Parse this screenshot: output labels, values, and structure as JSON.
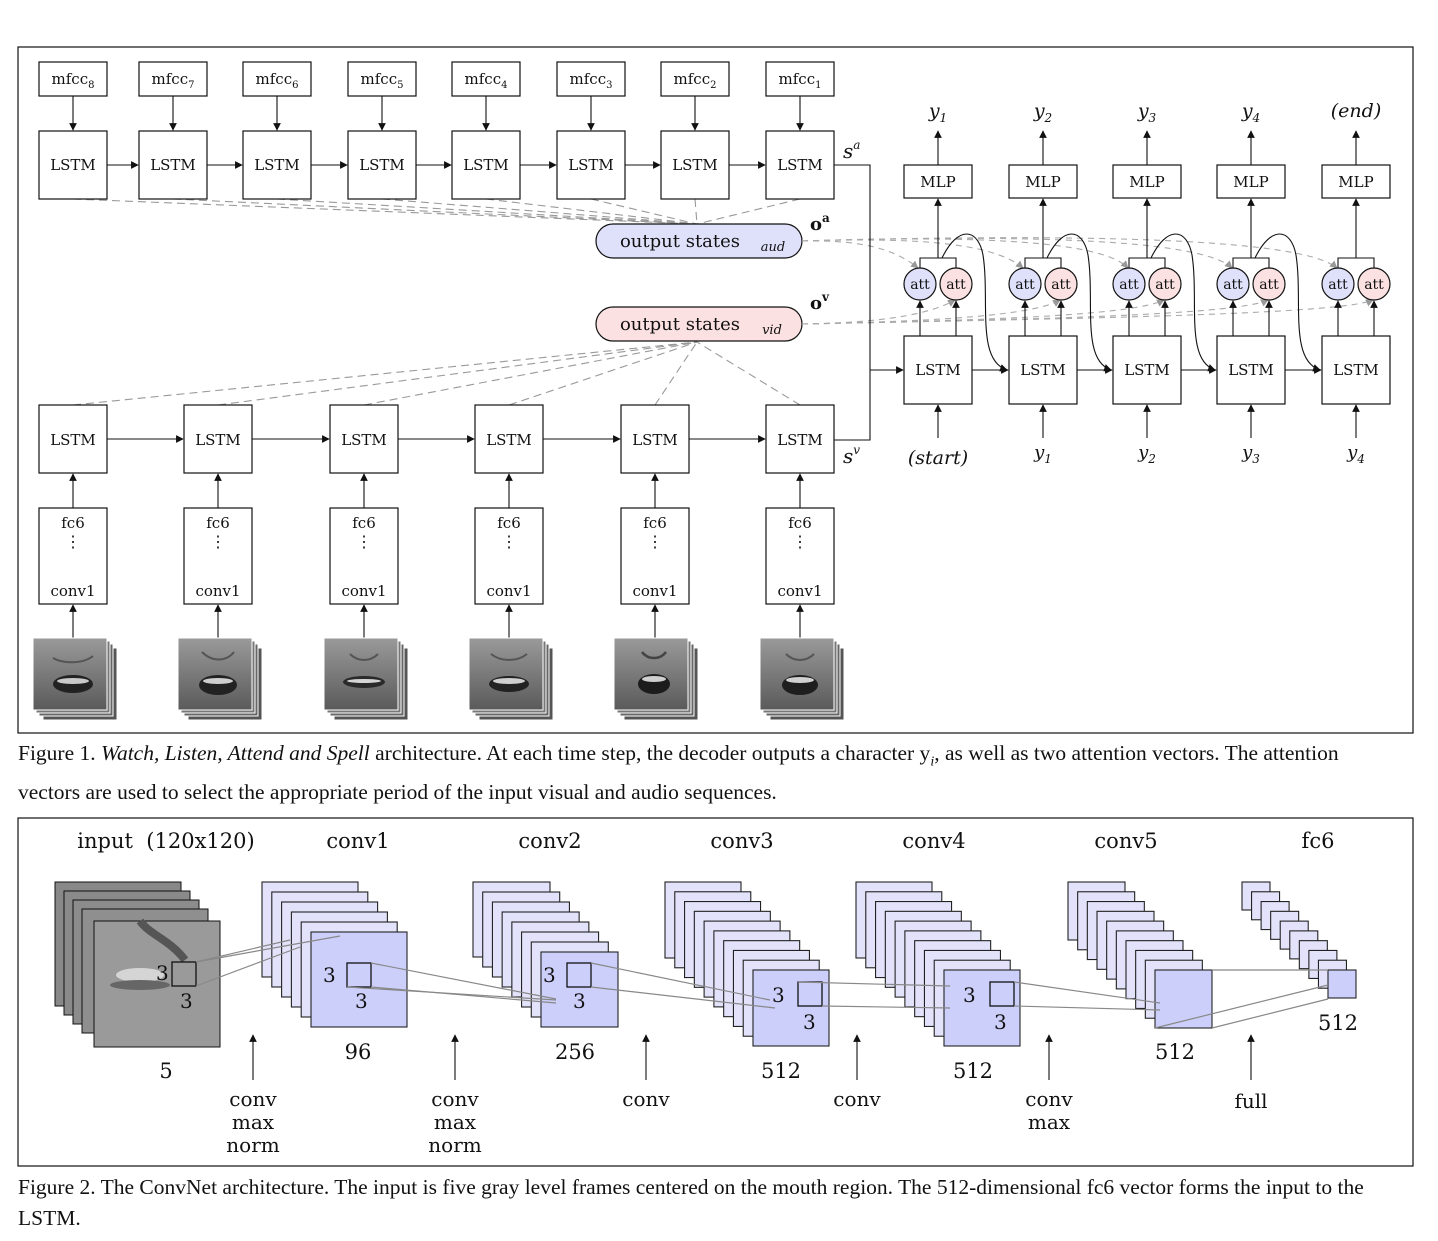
{
  "figure1": {
    "mfcc_labels": [
      "mfcc8",
      "mfcc7",
      "mfcc6",
      "mfcc5",
      "mfcc4",
      "mfcc3",
      "mfcc2",
      "mfcc1"
    ],
    "mfcc_base": "mfcc",
    "mfcc_subs": [
      "8",
      "7",
      "6",
      "5",
      "4",
      "3",
      "2",
      "1"
    ],
    "lstm_label": "LSTM",
    "sa_label": "s",
    "sa_sup": "a",
    "sv_label": "s",
    "sv_sup": "v",
    "oa_label": "o",
    "oa_sup": "a",
    "ov_label": "o",
    "ov_sup": "v",
    "output_states_label": "output states",
    "aud_sub": "aud",
    "vid_sub": "vid",
    "fc6_label": "fc6",
    "conv1_label": "conv1",
    "mlp_label": "MLP",
    "att_label": "att",
    "outputs": [
      "y1",
      "y2",
      "y3",
      "y4",
      "(end)"
    ],
    "output_subs": [
      "1",
      "2",
      "3",
      "4",
      ""
    ],
    "end_label": "(end)",
    "start_label": "(start)",
    "decoder_inputs_subs": [
      "1",
      "2",
      "3",
      "4"
    ],
    "y_base": "y",
    "colors": {
      "aud": "#dfe1fb",
      "vid": "#fbe1e1",
      "conv_block": "#cdcffb",
      "conv_stroke": "#222222"
    }
  },
  "caption1": {
    "prefix": "Figure 1. ",
    "italic": "Watch, Listen, Attend and Spell",
    "rest": " architecture.  At each time step, the decoder outputs a character y",
    "sub": "i",
    "tail": ", as well as two attention vectors. The attention vectors are used to select the appropriate period of the input visual and audio sequences."
  },
  "figure2": {
    "headers": [
      "input  (120x120)",
      "conv1",
      "conv2",
      "conv3",
      "conv4",
      "conv5",
      "fc6"
    ],
    "depths": [
      "5",
      "96",
      "256",
      "512",
      "512",
      "512",
      "512"
    ],
    "kernel": "3",
    "ops": [
      [
        "conv",
        "max",
        "norm"
      ],
      [
        "conv",
        "max",
        "norm"
      ],
      [
        "conv"
      ],
      [
        "conv"
      ],
      [
        "conv",
        "max"
      ],
      [
        "full"
      ]
    ]
  },
  "caption2": {
    "text": "Figure 2. The ConvNet architecture.  The input is five gray level frames centered on the mouth region.  The 512-dimensional fc6 vector forms the input to the LSTM."
  }
}
